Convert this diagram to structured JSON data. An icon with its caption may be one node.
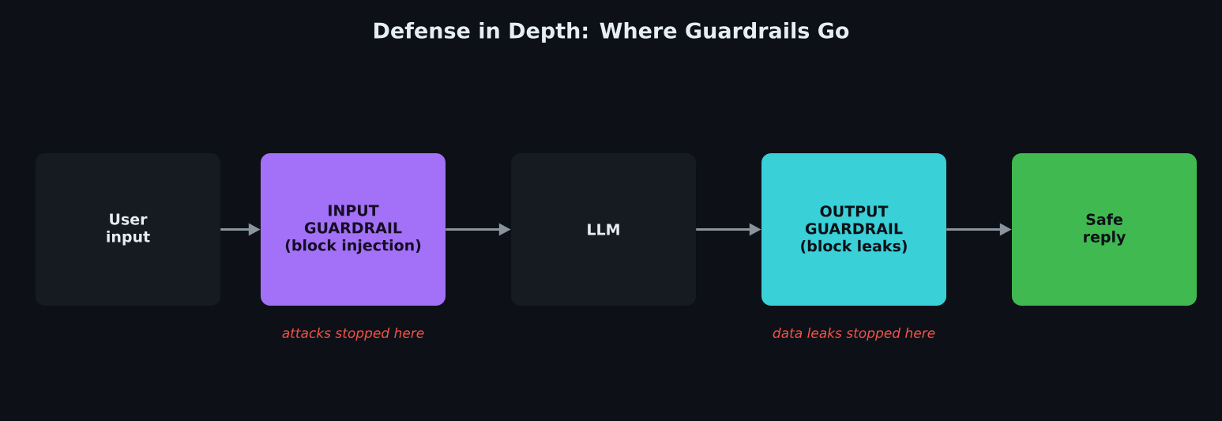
{
  "diagram": {
    "title": "Defense in Depth: Where Guardrails Go",
    "nodes": [
      {
        "text": [
          "User input"
        ]
      },
      {
        "text": [
          "INPUT GUARDRAIL (block injection)"
        ],
        "beside": [
          "attacks stopped here"
        ]
      },
      {
        "text": [
          "LLM"
        ]
      },
      {
        "text": [
          "OUTPUT GUARDRAIL (block leaks)"
        ],
        "beside": [
          "data leaks stopped here"
        ]
      },
      {
        "text": [
          "Safe reply"
        ]
      }
    ],
    "edges": [
      {
        "from": 0,
        "to": 1,
        "arrow": "to"
      },
      {
        "from": 1,
        "to": 2,
        "arrow": "to"
      },
      {
        "from": 2,
        "to": 3,
        "arrow": "to"
      },
      {
        "from": 3,
        "to": 4,
        "arrow": "to"
      }
    ]
  }
}
